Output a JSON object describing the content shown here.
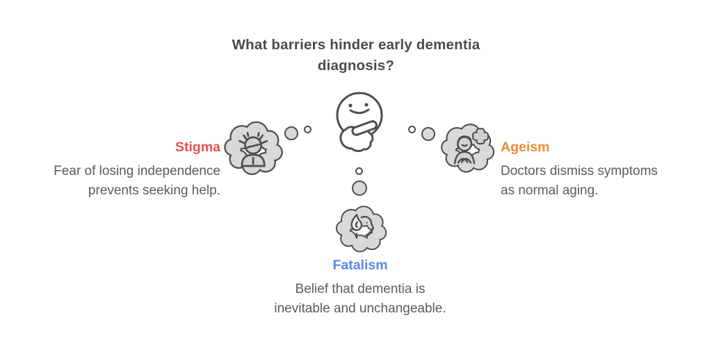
{
  "title": {
    "line1": "What barriers hinder early dementia",
    "line2": "diagnosis?"
  },
  "center_icon": "thinking-face",
  "barriers": [
    {
      "id": "stigma",
      "label": "Stigma",
      "color": "#e8504f",
      "icon": "stressed-person",
      "desc_line1": "Fear of losing independence",
      "desc_line2": "prevents seeking help."
    },
    {
      "id": "ageism",
      "label": "Ageism",
      "color": "#ec8d33",
      "icon": "doctor-with-medical-cross",
      "desc_line1": "Doctors dismiss symptoms",
      "desc_line2": "as normal aging."
    },
    {
      "id": "fatalism",
      "label": "Fatalism",
      "color": "#5886e8",
      "icon": "head-profile-with-flame",
      "desc_line1": "Belief that dementia is",
      "desc_line2": "inevitable and unchangeable."
    }
  ],
  "colors": {
    "title_text": "#4a4a4a",
    "body_text": "#5b5b5b",
    "cloud_fill": "#d9d9d9",
    "outline": "#4d4d4d",
    "background": "#ffffff"
  }
}
